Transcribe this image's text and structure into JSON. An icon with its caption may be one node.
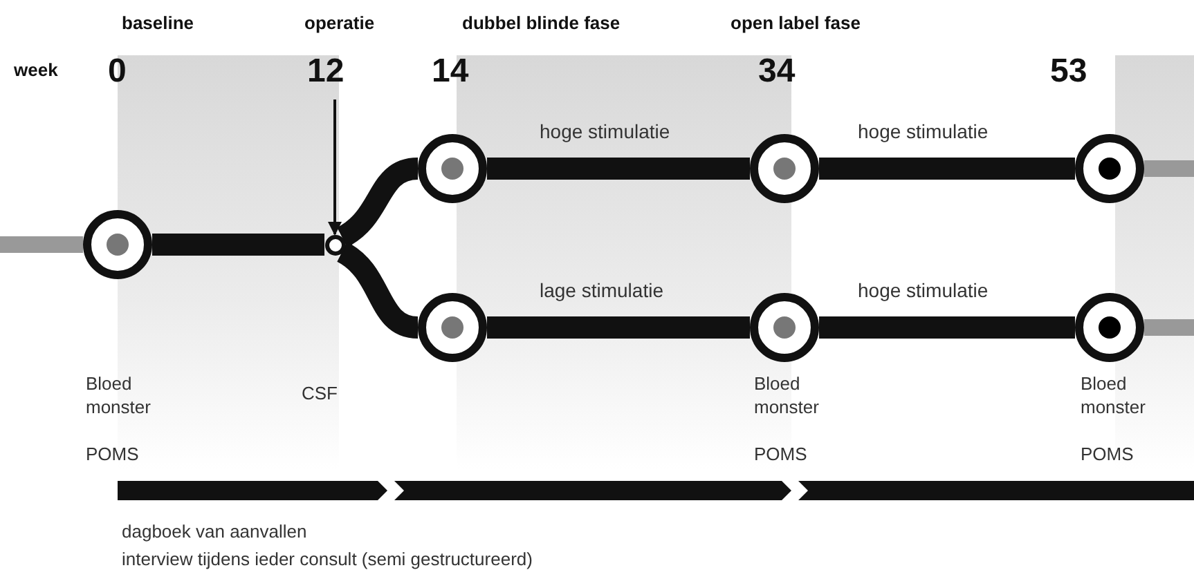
{
  "diagram": {
    "nodes": [
      {
        "text": [],
        "shape": "circle"
      },
      {
        "text": [],
        "shape": "circle"
      },
      {
        "text": [],
        "shape": "circle"
      },
      {
        "text": [],
        "shape": "circle"
      },
      {
        "text": [],
        "shape": "circle"
      },
      {
        "text": [],
        "shape": "circle"
      },
      {
        "text": [],
        "shape": "circle"
      },
      {
        "text": [],
        "shape": "circle"
      }
    ],
    "edges": [
      {
        "from": null,
        "to": 0,
        "arrow": "none",
        "color": "#999999"
      },
      {
        "from": 0,
        "to": 1,
        "arrow": "none"
      },
      {
        "from": 1,
        "to": 2,
        "arrow": "none"
      },
      {
        "from": 1,
        "to": 5,
        "arrow": "none"
      },
      {
        "from": 2,
        "to": 3,
        "arrow": "none",
        "label": "hoge stimulatie"
      },
      {
        "from": 3,
        "to": 4,
        "arrow": "none",
        "label": "hoge stimulatie"
      },
      {
        "from": 5,
        "to": 6,
        "arrow": "none",
        "label": "lage stimulatie"
      },
      {
        "from": 6,
        "to": 7,
        "arrow": "none",
        "label": "hoge stimulatie"
      },
      {
        "from": 4,
        "to": null,
        "arrow": "none",
        "color": "#999999"
      },
      {
        "from": 7,
        "to": null,
        "arrow": "none",
        "color": "#999999"
      },
      {
        "from": null,
        "to": 1,
        "arrow": "to"
      }
    ],
    "labels": [
      "baseline",
      "operatie",
      "dubbel blinde fase",
      "open label fase",
      "week",
      "0",
      "12",
      "14",
      "34",
      "53",
      "Bloed monster",
      "POMS",
      "CSF",
      "Bloed monster",
      "POMS",
      "Bloed monster",
      "POMS",
      "dagboek van aanvallen",
      "interview tijdens ieder consult (semi gestructureerd)"
    ]
  }
}
